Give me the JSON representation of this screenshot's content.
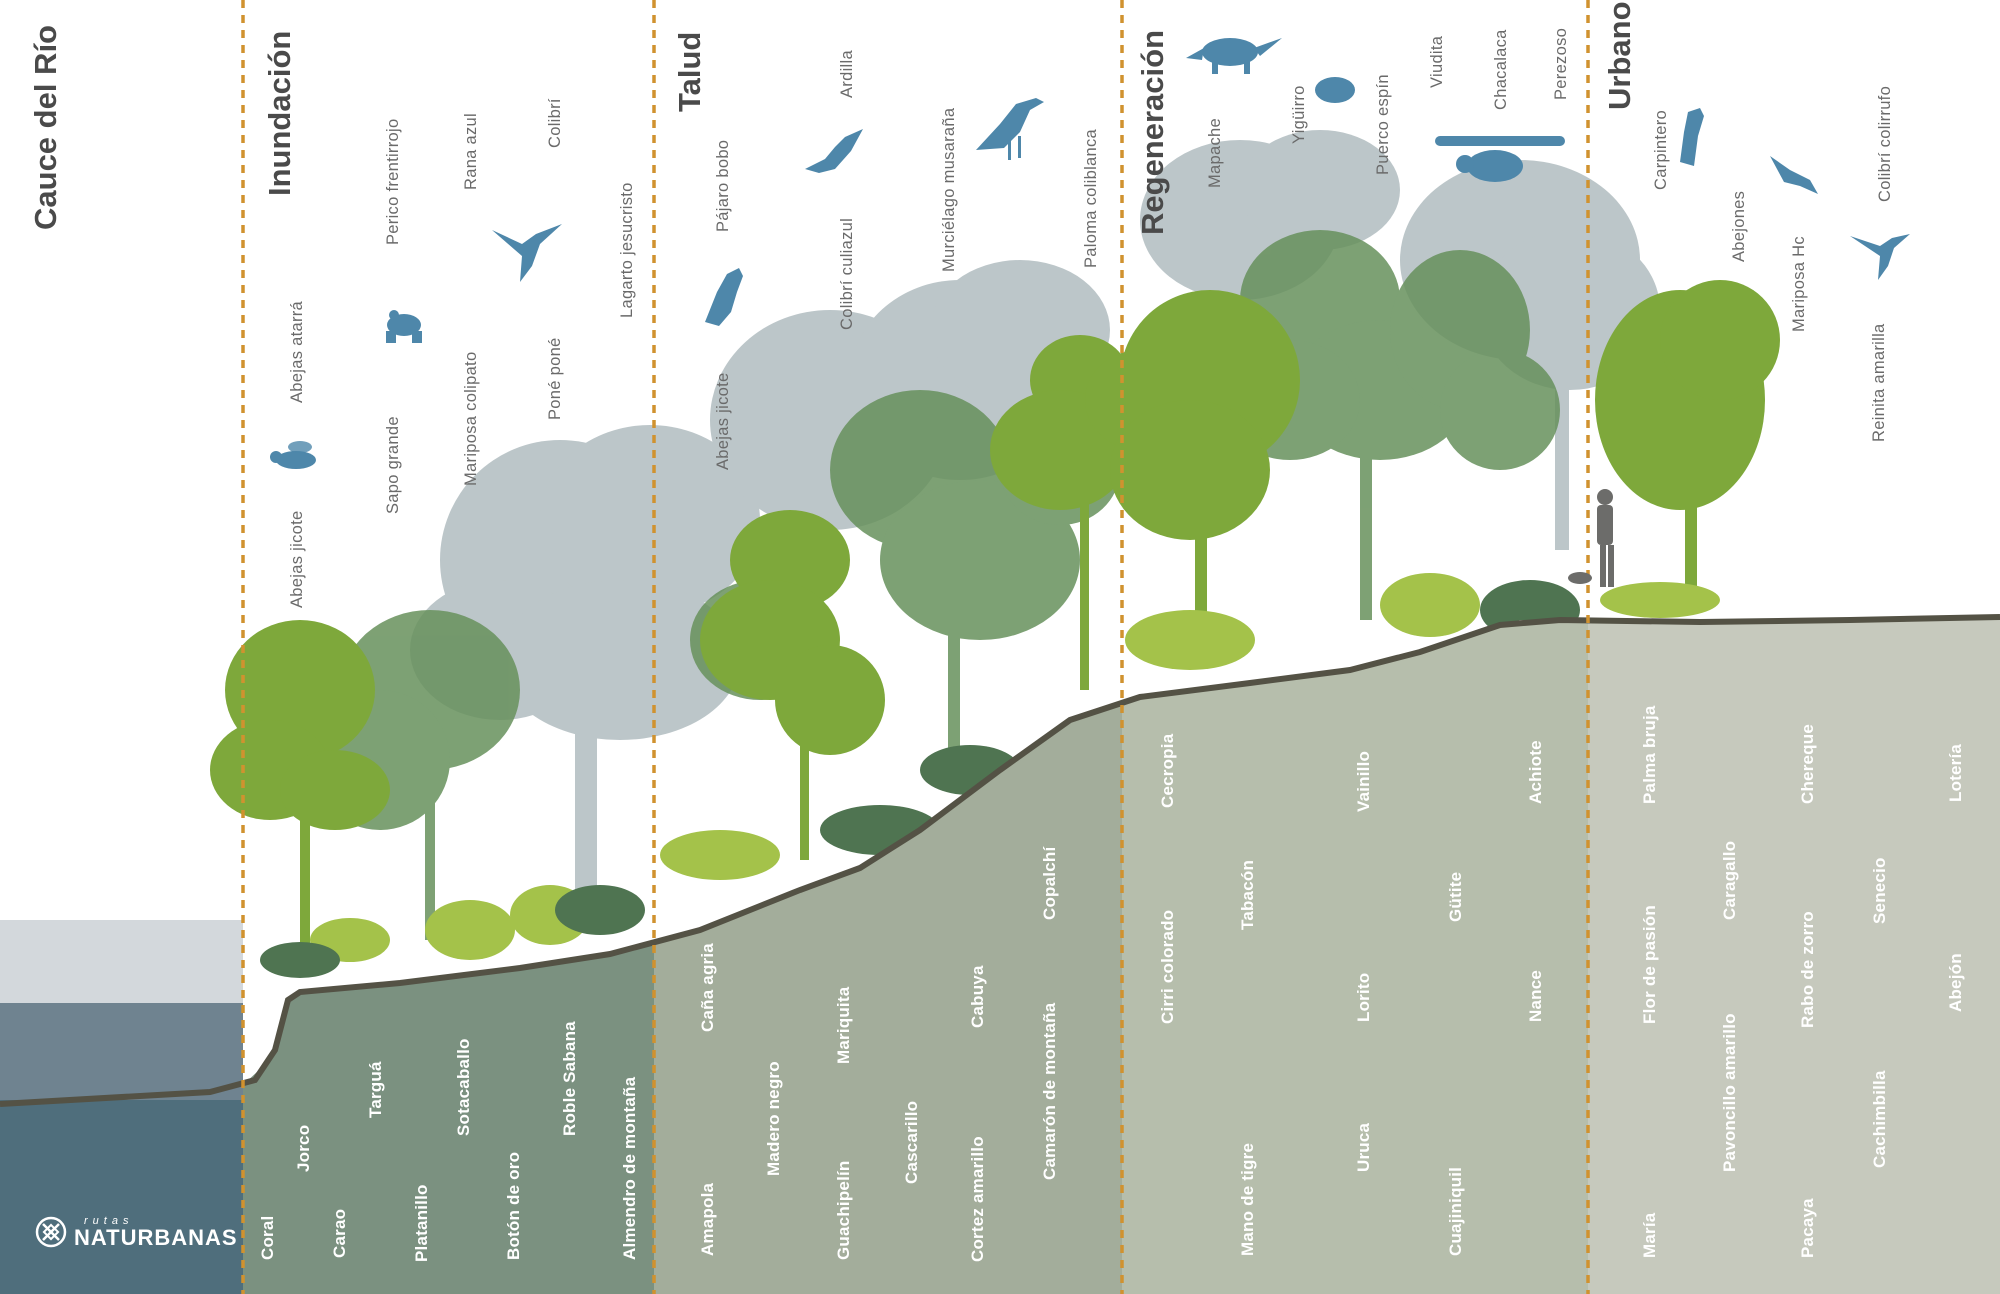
{
  "zones": [
    {
      "id": "cauce",
      "title": "Cauce del Río"
    },
    {
      "id": "inundacion",
      "title": "Inundación"
    },
    {
      "id": "talud",
      "title": "Talud"
    },
    {
      "id": "regeneracion",
      "title": "Regeneración"
    },
    {
      "id": "urbano",
      "title": "Urbano"
    }
  ],
  "fauna": {
    "inundacion": [
      "Abejas jicote",
      "Abejas atarrá",
      "Sapo grande",
      "Perico frentirrojo",
      "Mariposa colipato",
      "Rana azul",
      "Poné poné",
      "Colibrí",
      "Lagarto jesucristo"
    ],
    "talud": [
      "Abejas jicote",
      "Pájaro bobo",
      "Colibrí culiazul",
      "Ardilla",
      "Murciélago musaraña",
      "Paloma coliblanca"
    ],
    "regeneracion": [
      "Mapache",
      "Yigüirro",
      "Puerco espín",
      "Viudita",
      "Chacalaca",
      "Perezoso"
    ],
    "urbano": [
      "Carpintero",
      "Abejones",
      "Mariposa Hc",
      "Reinita amarilla",
      "Colibrí colirrufo"
    ]
  },
  "flora": {
    "inundacion": [
      "Coral",
      "Jorco",
      "Carao",
      "Targuá",
      "Platanillo",
      "Sotacaballo",
      "Botón de oro",
      "Roble Sabana",
      "Almendro de montaña"
    ],
    "talud": [
      "Amapola",
      "Caña agria",
      "Madero negro",
      "Guachipelín",
      "Mariquita",
      "Cascarillo",
      "Cortez amarillo",
      "Cabuya",
      "Camarón de montaña",
      "Copalchí"
    ],
    "regeneracion": [
      "Cirri colorado",
      "Cecropia",
      "Mano de tigre",
      "Tabacón",
      "Lorito",
      "Uruca",
      "Vainillo",
      "Cuajiniquil",
      "Gütite",
      "Nance",
      "Achiote"
    ],
    "urbano": [
      "María",
      "Palma bruja",
      "Flor de pasión",
      "Pavoncillo amarillo",
      "Caragallo",
      "Pacaya",
      "Rabo de zorro",
      "Chereque",
      "Cachimbilla",
      "Senecio",
      "Abejón",
      "Lotería"
    ]
  },
  "logo": {
    "small": "rutas",
    "big": "NATURBANAS"
  },
  "colors": {
    "river_deep": "#4f6e7c",
    "river_mid": "#6f8390",
    "river_sky": "#d3d8dc",
    "soil_inundacion": "#7b9180",
    "soil_talud": "#a3ad9b",
    "soil_regeneracion": "#b6beac",
    "soil_urbano": "#c6c9bd",
    "ground_line": "#545245",
    "divider": "#d0922f",
    "animal_blue": "#4e87aa",
    "tree_bright": "#7ea83b",
    "tree_mid": "#67915c",
    "tree_grey": "#a6b3b7",
    "shrub_lime": "#a4c24a"
  }
}
